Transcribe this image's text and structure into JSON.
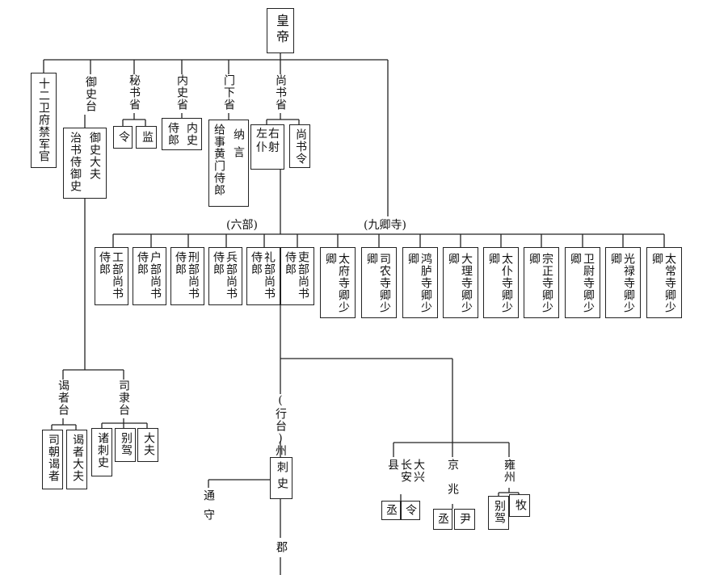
{
  "emperor": "皇帝",
  "twelve_guards": "十二卫府禁军官",
  "censorate": {
    "name": "御史台",
    "sub": [
      "治书侍御史",
      "御史大夫"
    ]
  },
  "palace_library": {
    "name": "秘书省",
    "sub": [
      "令",
      "监"
    ]
  },
  "inner_secretariat": {
    "name": "内史省",
    "sub": [
      "侍郎",
      "内史"
    ]
  },
  "chancellery": {
    "name": "门下省",
    "sub": [
      "给事黄门侍郎",
      "纳言"
    ]
  },
  "department_of_state": {
    "name": "尚书省",
    "sub": [
      "左右仆射",
      "尚书令"
    ]
  },
  "six_ministries_label": "(六部)",
  "nine_courts_label": "(九卿寺)",
  "six_ministries": [
    "工部尚书侍郎",
    "户部尚书侍郎",
    "刑部尚书侍郎",
    "兵部尚书侍郎",
    "礼部尚书侍郎",
    "吏部尚书侍郎"
  ],
  "nine_courts": [
    "太府寺卿少卿",
    "司农寺卿少卿",
    "鸿胪寺卿少卿",
    "大理寺卿少卿",
    "太仆寺卿少卿",
    "宗正寺卿少卿",
    "卫尉寺卿少卿",
    "光禄寺卿少卿",
    "太常寺卿少卿"
  ],
  "herald_office": {
    "name": "谒者台",
    "sub": [
      "司朝谒者",
      "谒者大夫"
    ]
  },
  "surveillance_office": {
    "name": "司隶台",
    "sub": [
      "诸刺史",
      "别驾",
      "大夫"
    ]
  },
  "branch_label": "(行台)",
  "prefecture_label": "州",
  "prefect": "刺史",
  "commandery_governor": "通守",
  "commandery": "郡",
  "counties": "大兴长安县",
  "county_officers": [
    "丞",
    "令"
  ],
  "capital": "京兆",
  "capital_officers": [
    "丞",
    "尹"
  ],
  "yongzhou": "雍州",
  "yongzhou_officers": [
    "别驾",
    "牧"
  ]
}
